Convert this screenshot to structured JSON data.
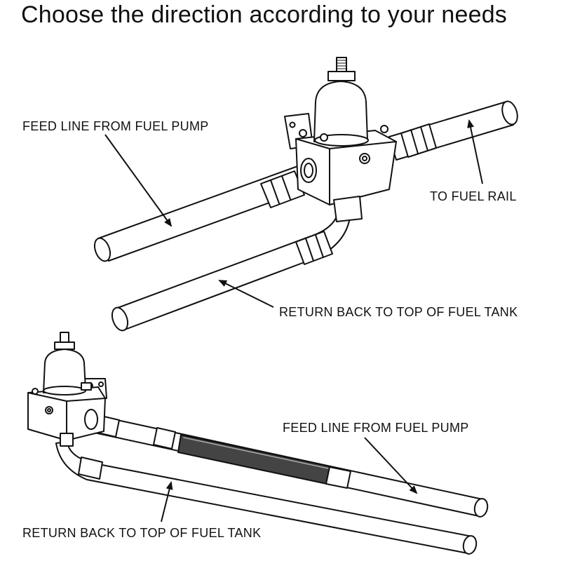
{
  "title": "Choose the direction according to your needs",
  "top_diagram": {
    "feed_label": "FEED LINE FROM FUEL PUMP",
    "rail_label": "TO FUEL RAIL",
    "return_label": "RETURN BACK TO TOP OF FUEL TANK"
  },
  "bottom_diagram": {
    "feed_label": "FEED LINE FROM FUEL PUMP",
    "return_label": "RETURN BACK TO TOP OF FUEL TANK"
  },
  "colors": {
    "stroke": "#111111",
    "fill": "#ffffff",
    "filter_fill": "#444444"
  }
}
